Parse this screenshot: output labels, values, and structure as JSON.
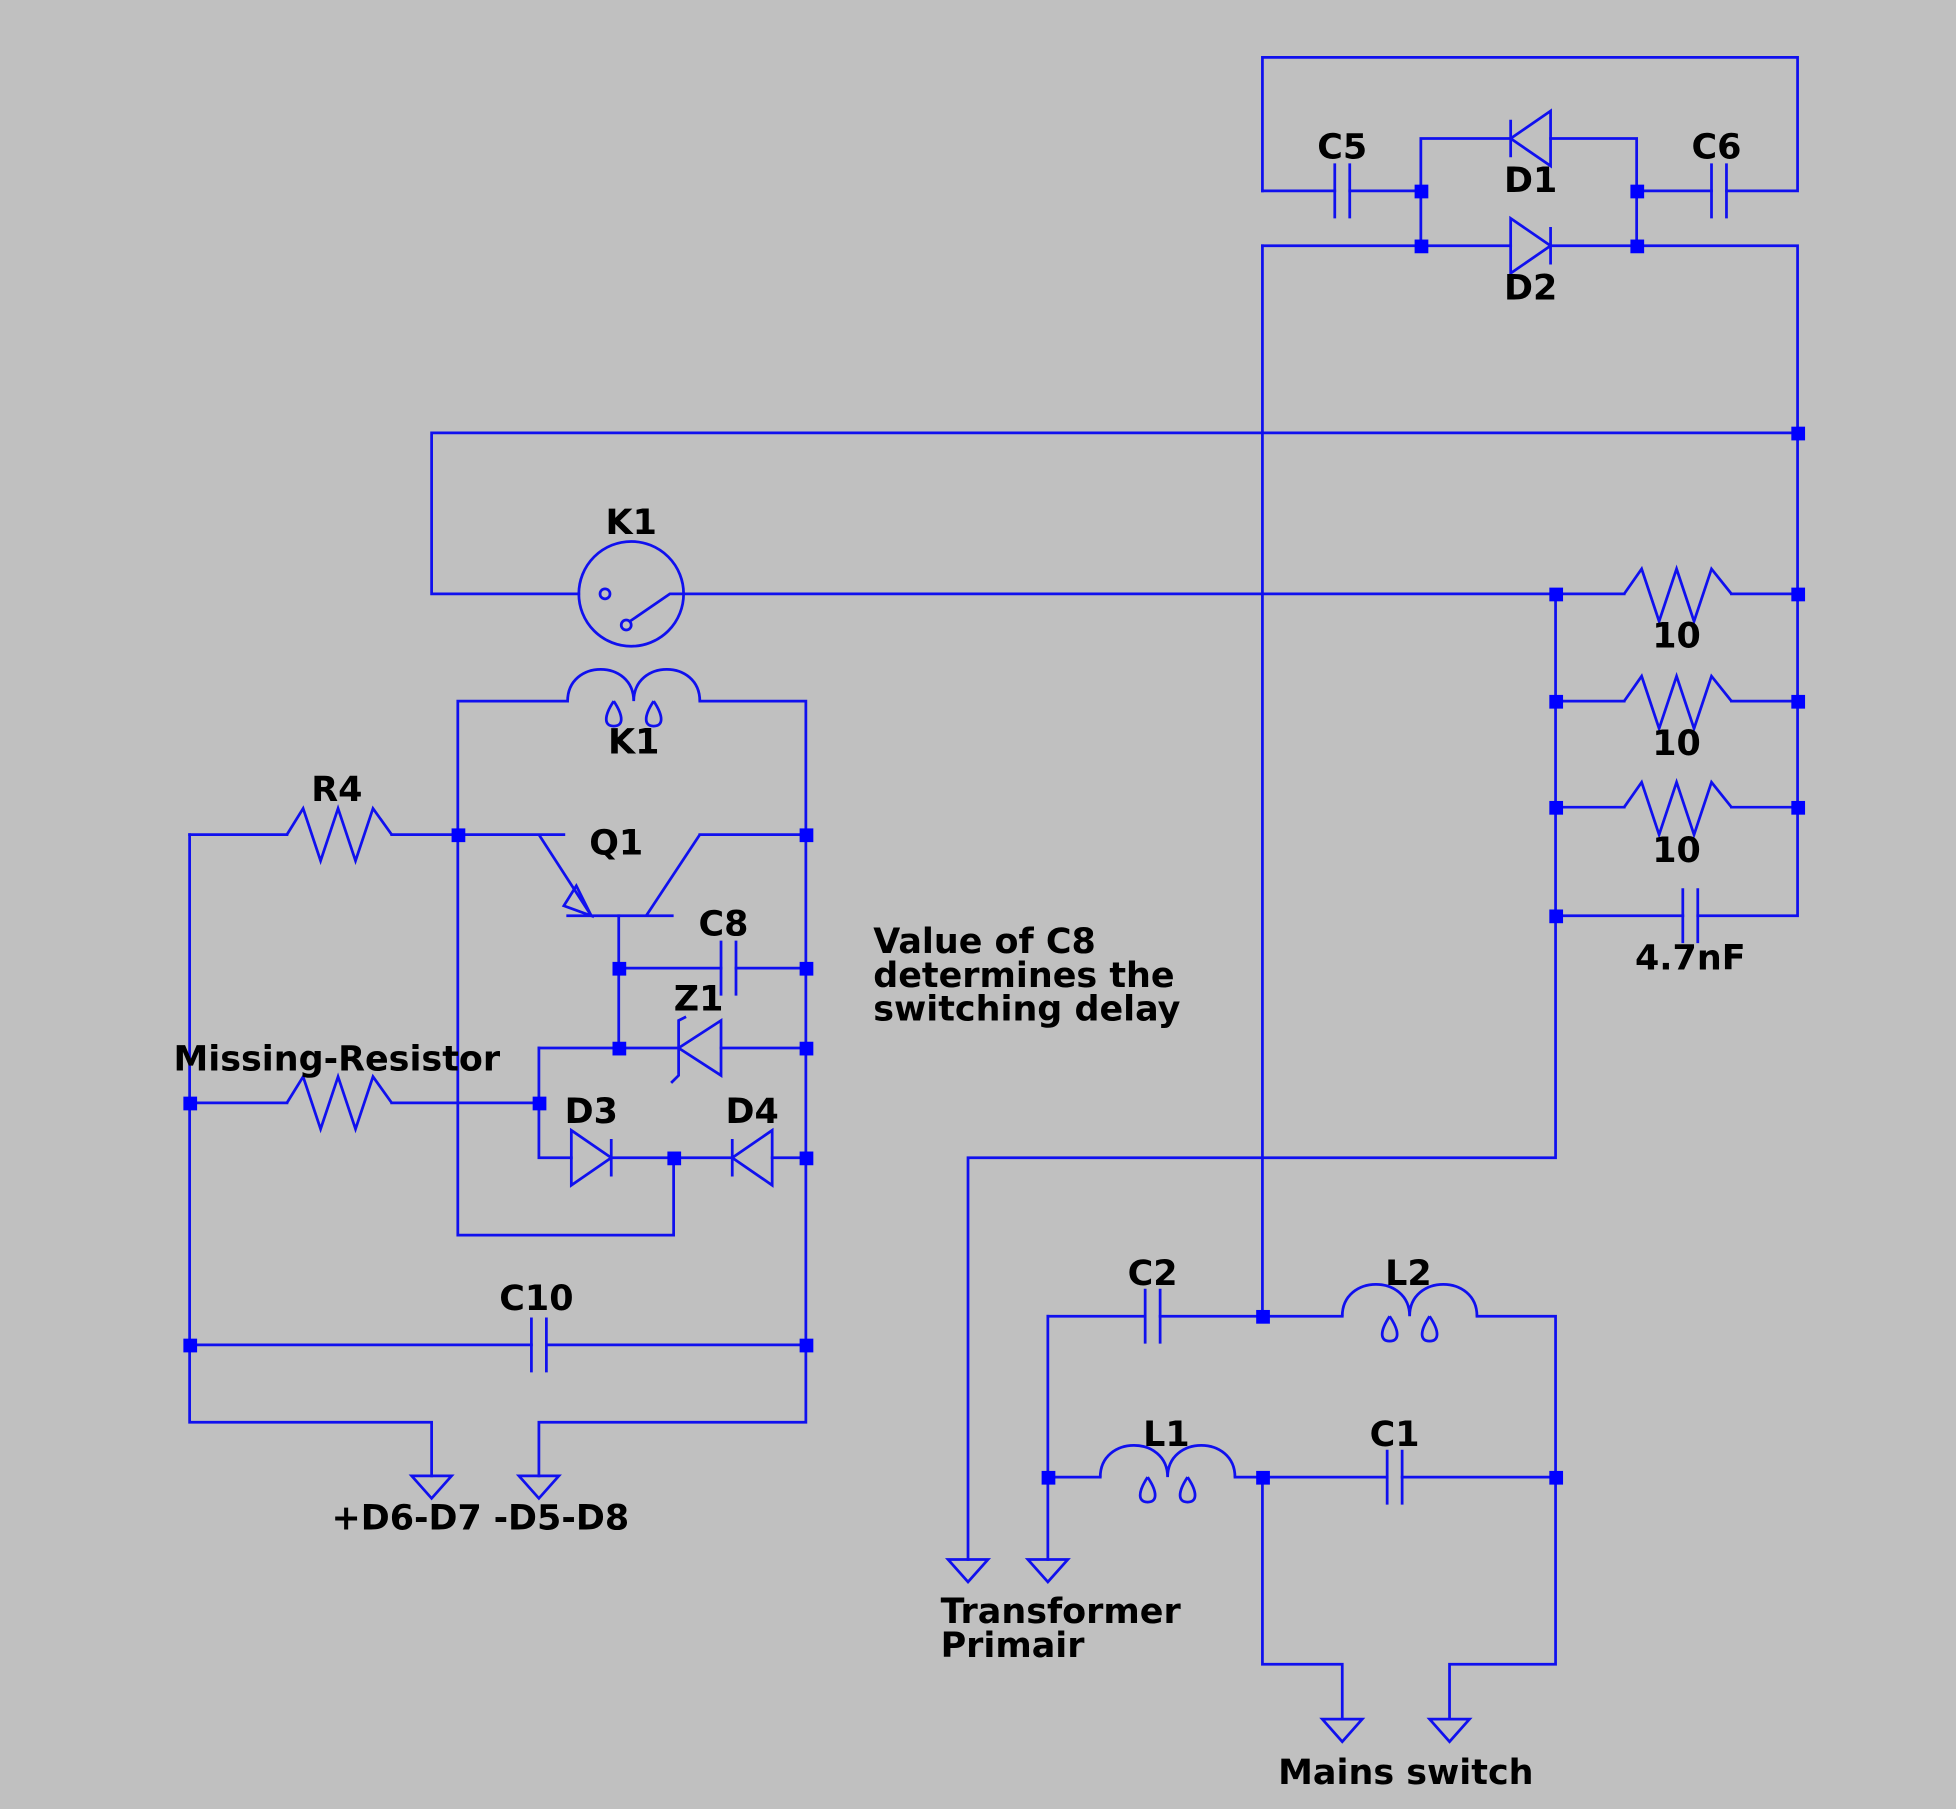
{
  "colors": {
    "background": "#c0c0c0",
    "wire": "#1010ee",
    "node": "#0000ff",
    "text": "#000000"
  },
  "labels": {
    "c5": "C5",
    "c6": "C6",
    "d1": "D1",
    "d2": "D2",
    "k1_switch": "K1",
    "k1_coil": "K1",
    "r_top": "10",
    "r_mid": "10",
    "r_bot": "10",
    "c_snub": "4.7nF",
    "r4": "R4",
    "q1": "Q1",
    "c8": "C8",
    "z1": "Z1",
    "missing_resistor": "Missing-Resistor",
    "d3": "D3",
    "d4": "D4",
    "c10": "C10",
    "gnd_pos": "+D6-D7",
    "gnd_neg": "-D5-D8",
    "c2": "C2",
    "l2": "L2",
    "l1": "L1",
    "c1": "C1",
    "transformer_line1": "Transformer",
    "transformer_line2": "Primair",
    "mains_switch": "Mains switch"
  },
  "note": {
    "line1": "Value of C8",
    "line2": "determines the",
    "line3": "switching delay"
  }
}
